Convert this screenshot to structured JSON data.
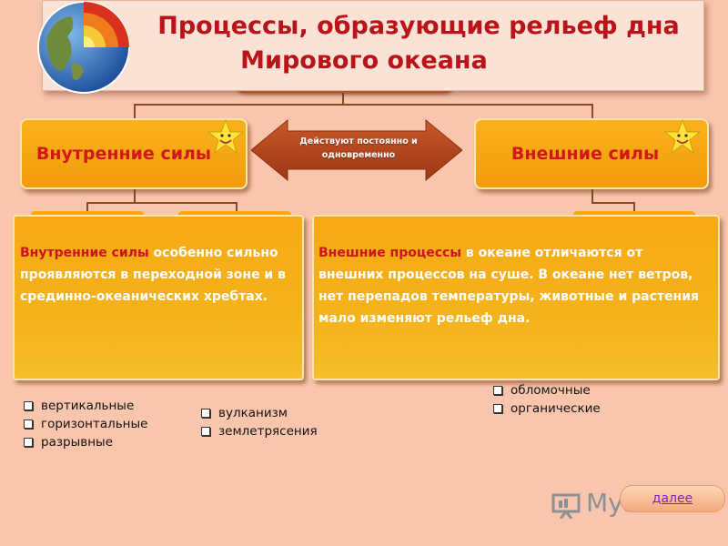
{
  "title": {
    "line1": "Процессы, образующие рельеф дна",
    "line2": "Мирового океана"
  },
  "internal_forces": {
    "label": "Внутренние силы",
    "desc_highlight": "Внутренние  силы",
    "desc_rest": " особенно сильно проявляются в переходной зоне и в срединно-океанических хребтах."
  },
  "external_forces": {
    "label": "Внешние силы",
    "desc_highlight": "Внешние процессы",
    "desc_rest": " в океане отличаются от внешних процессов на суше. В океане нет ветров, нет перепадов температуры, животные и растения мало изменяют рельеф дна."
  },
  "arrow_text": {
    "line1": "Действуют постоянно и",
    "line2": "одновременно"
  },
  "lists": {
    "dislocations": [
      "вертикальные",
      "горизонтальные",
      "разрывные"
    ],
    "endogenous": [
      "вулканизм",
      "землетрясения"
    ],
    "deposits": [
      "обломочные",
      "органические"
    ]
  },
  "next_button": {
    "label": "далее"
  },
  "watermark": {
    "text": "MyShared"
  },
  "icons": {
    "globe": "earth-cutaway-icon",
    "star": "smiling-star-icon",
    "bullet": "square-bullet-icon"
  },
  "colors": {
    "background": "#f9c6ad",
    "accent_red": "#c8161c",
    "box_orange": "#f7a913",
    "arrow_brown": "#b9471f"
  }
}
